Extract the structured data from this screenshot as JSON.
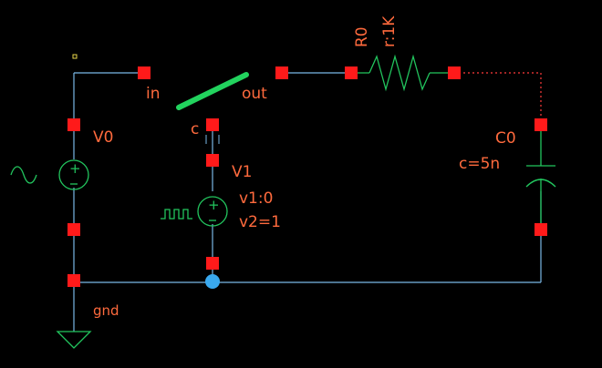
{
  "colors": {
    "background": "#000000",
    "wire": "#7ab8e6",
    "device": "#22c55e",
    "pin": "#ff1a1a",
    "label": "#ff6a3d",
    "switch": "#22d35e",
    "node": "#39a9ef",
    "dotted_wire": "#ff3b3b",
    "marker": "#e7d64a"
  },
  "components": {
    "v0": {
      "name": "V0",
      "type": "sinusoidal-voltage-source"
    },
    "v1": {
      "name": "V1",
      "type": "pulse-voltage-source",
      "param1": "v1:0",
      "param2": "v2=1"
    },
    "r0": {
      "name": "R0",
      "type": "resistor",
      "param": "r:1K"
    },
    "c0": {
      "name": "C0",
      "type": "capacitor",
      "param": "c=5n"
    },
    "switch": {
      "name": "c",
      "type": "switch",
      "pin_in": "in",
      "pin_out": "out"
    },
    "ground": {
      "label": "gnd",
      "type": "ground-symbol"
    }
  }
}
